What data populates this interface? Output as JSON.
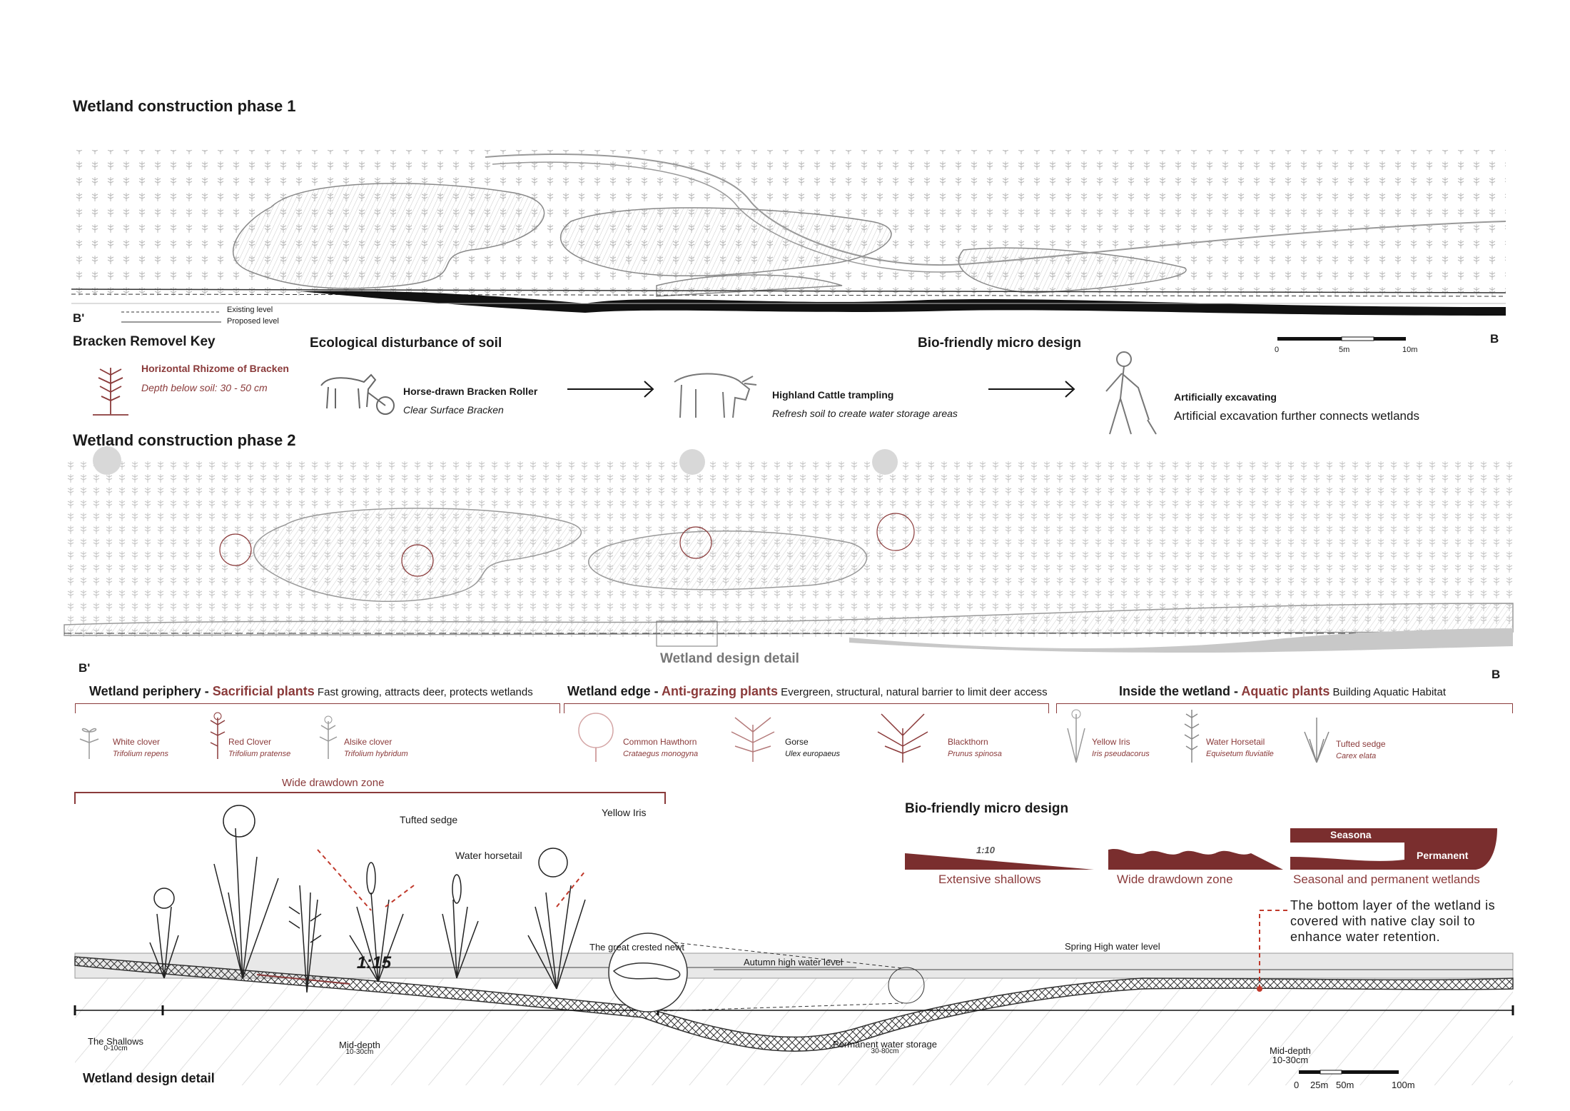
{
  "phase1": {
    "title": "Wetland construction phase 1",
    "legend_existing": "Existing level",
    "legend_proposed": "Proposed level",
    "label_b_prime": "B'",
    "label_b": "B",
    "scale": [
      "0",
      "5m",
      "10m"
    ]
  },
  "key": {
    "title": "Bracken Removel Key",
    "rhizome_title": "Horizontal Rhizome of Bracken",
    "rhizome_depth": "Depth below soil: 30 - 50 cm"
  },
  "disturbance": {
    "title": "Ecological disturbance of soil",
    "horse_title": "Horse-drawn Bracken Roller",
    "horse_desc": "Clear Surface Bracken",
    "cattle_title": "Highland Cattle trampling",
    "cattle_desc": "Refresh soil to create water storage areas"
  },
  "microdesign1": {
    "title": "Bio-friendly micro design",
    "excavate_title": "Artificially excavating",
    "excavate_desc": "Artificial excavation further connects wetlands"
  },
  "phase2": {
    "title": "Wetland construction phase 2",
    "detail_label": "Wetland design detail",
    "label_b_prime": "B'",
    "label_b": "B"
  },
  "plants": {
    "periphery": {
      "lead": "Wetland periphery - ",
      "highlight": "Sacrificial plants",
      "desc": " Fast growing, attracts deer, protects wetlands",
      "items": [
        {
          "name": "White clover",
          "latin": "Trifolium repens"
        },
        {
          "name": "Red Clover",
          "latin": "Trifolium pratense"
        },
        {
          "name": "Alsike clover",
          "latin": "Trifolium hybridum"
        }
      ]
    },
    "edge": {
      "lead": "Wetland edge - ",
      "highlight": "Anti-grazing plants",
      "desc": " Evergreen, structural, natural barrier to limit deer access",
      "items": [
        {
          "name": "Common Hawthorn",
          "latin": "Crataegus monogyna"
        },
        {
          "name": "Gorse",
          "latin": "Ulex europaeus"
        },
        {
          "name": "Blackthorn",
          "latin": "Prunus spinosa"
        }
      ]
    },
    "inside": {
      "lead": "Inside the wetland - ",
      "highlight": "Aquatic plants",
      "desc": " Building Aquatic Habitat",
      "items": [
        {
          "name": "Yellow Iris",
          "latin": "Iris pseudacorus"
        },
        {
          "name": "Water Horsetail",
          "latin": "Equisetum fluviatile"
        },
        {
          "name": "Tufted sedge",
          "latin": "Carex elata"
        }
      ]
    }
  },
  "detail": {
    "wide_drawdown": "Wide drawdown zone",
    "tufted_sedge": "Tufted sedge",
    "yellow_iris": "Yellow Iris",
    "water_horsetail": "Water horsetail",
    "slope": "1:15",
    "newt": "The great crested newt",
    "autumn_level": "Autumn high water level",
    "spring_level": "Spring High water level",
    "zones": [
      {
        "name": "The Shallows",
        "depth": "0-10cm"
      },
      {
        "name": "Mid-depth",
        "depth": "10-30cm"
      },
      {
        "name": "Permanent water storage",
        "depth": "30-80cm"
      },
      {
        "name": "Mid-depth",
        "depth": "10-30cm"
      }
    ],
    "title": "Wetland design detail",
    "scale": [
      "0",
      "25m",
      "50m",
      "100m"
    ],
    "clay_note": "The bottom layer of the wetland is covered with native clay soil to enhance water retention."
  },
  "microdesign2": {
    "title": "Bio-friendly micro design",
    "slope_label": "1:10",
    "extensive": "Extensive shallows",
    "wide": "Wide drawdown zone",
    "seasonal_tag": "Seasona",
    "permanent_tag": "Permanent",
    "seasonal": "Seasonal and permanent wetlands"
  },
  "colors": {
    "accent": "#8a3a3a",
    "text": "#1a1a1a",
    "water": "#e6e6e6"
  }
}
